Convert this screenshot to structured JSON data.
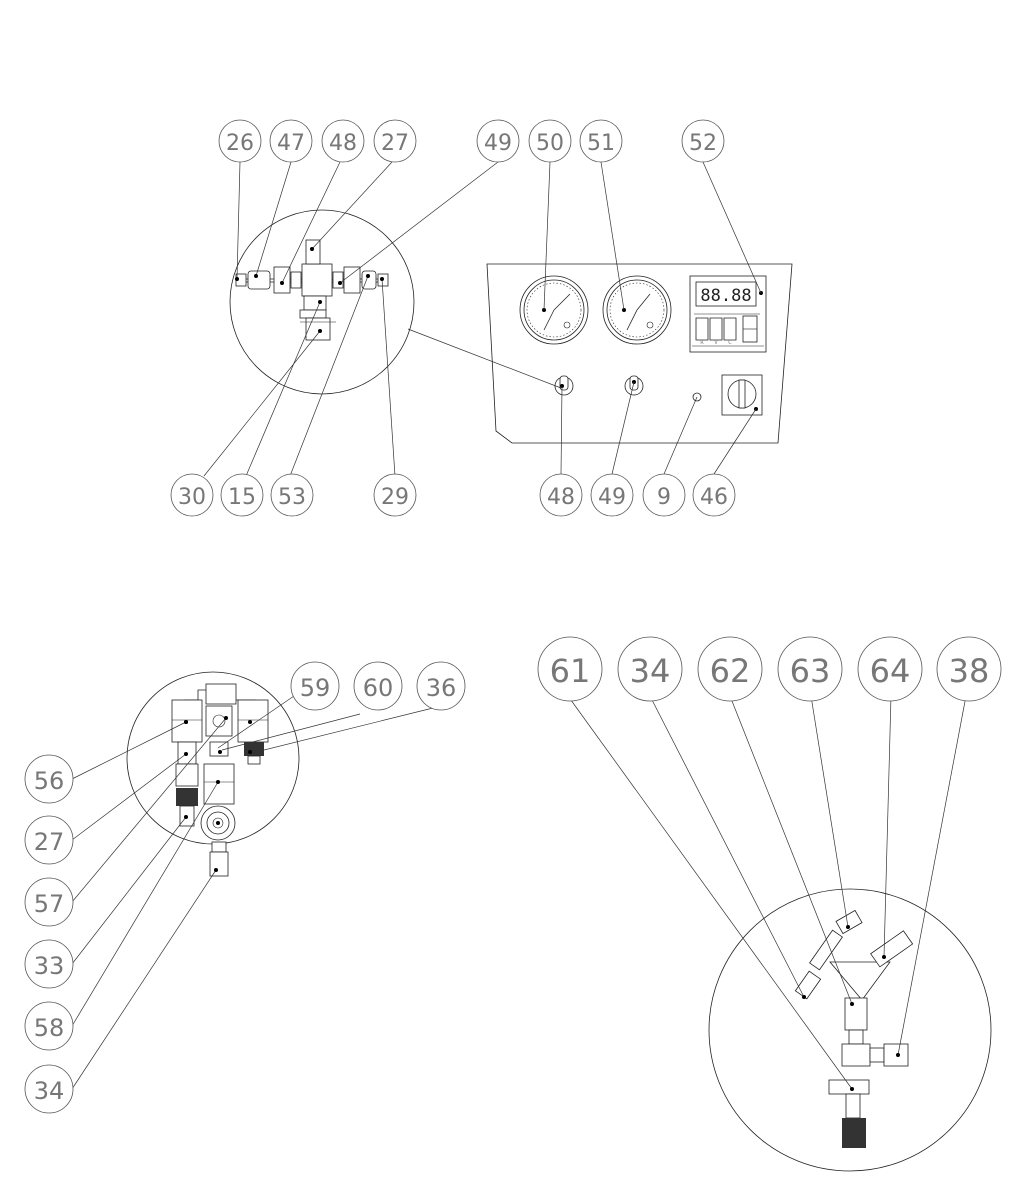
{
  "panel": {
    "display_text": "88.88",
    "button_labels": [
      "R",
      "V",
      "C"
    ]
  },
  "callouts": {
    "top_left": [
      "26",
      "47",
      "48",
      "27",
      "49",
      "30",
      "15",
      "53",
      "29"
    ],
    "top_right": [
      "50",
      "51",
      "52",
      "48",
      "49",
      "9",
      "46"
    ],
    "bottom_left": [
      "59",
      "60",
      "36",
      "56",
      "27",
      "57",
      "33",
      "58",
      "34"
    ],
    "bottom_right": [
      "61",
      "34",
      "62",
      "63",
      "64",
      "38"
    ]
  }
}
